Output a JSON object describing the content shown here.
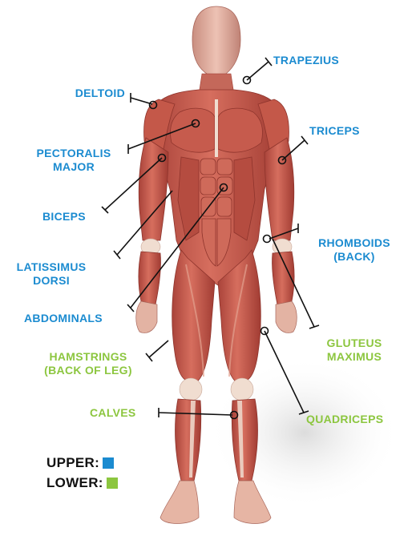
{
  "colors": {
    "upper": "#1b8bd0",
    "lower": "#8cc63f",
    "muscle": "#c9574a",
    "muscle_dark": "#9e3a31",
    "muscle_light": "#e08a78",
    "tendon": "#f0ddd0",
    "leader": "#111111"
  },
  "labels": {
    "trapezius": "TRAPEZIUS",
    "deltoid": "DELTOID",
    "triceps": "TRICEPS",
    "pectoralis_1": "PECTORALIS",
    "pectoralis_2": "MAJOR",
    "biceps": "BICEPS",
    "rhomboids_1": "RHOMBOIDS",
    "rhomboids_2": "(BACK)",
    "latissimus_1": "LATISSIMUS",
    "latissimus_2": "DORSI",
    "abdominals": "ABDOMINALS",
    "gluteus_1": "GLUTEUS",
    "gluteus_2": "MAXIMUS",
    "hamstrings_1": "HAMSTRINGS",
    "hamstrings_2": "(BACK OF LEG)",
    "calves": "CALVES",
    "quadriceps": "QUADRICEPS"
  },
  "legend": {
    "upper_label": "UPPER:",
    "lower_label": "LOWER:"
  }
}
